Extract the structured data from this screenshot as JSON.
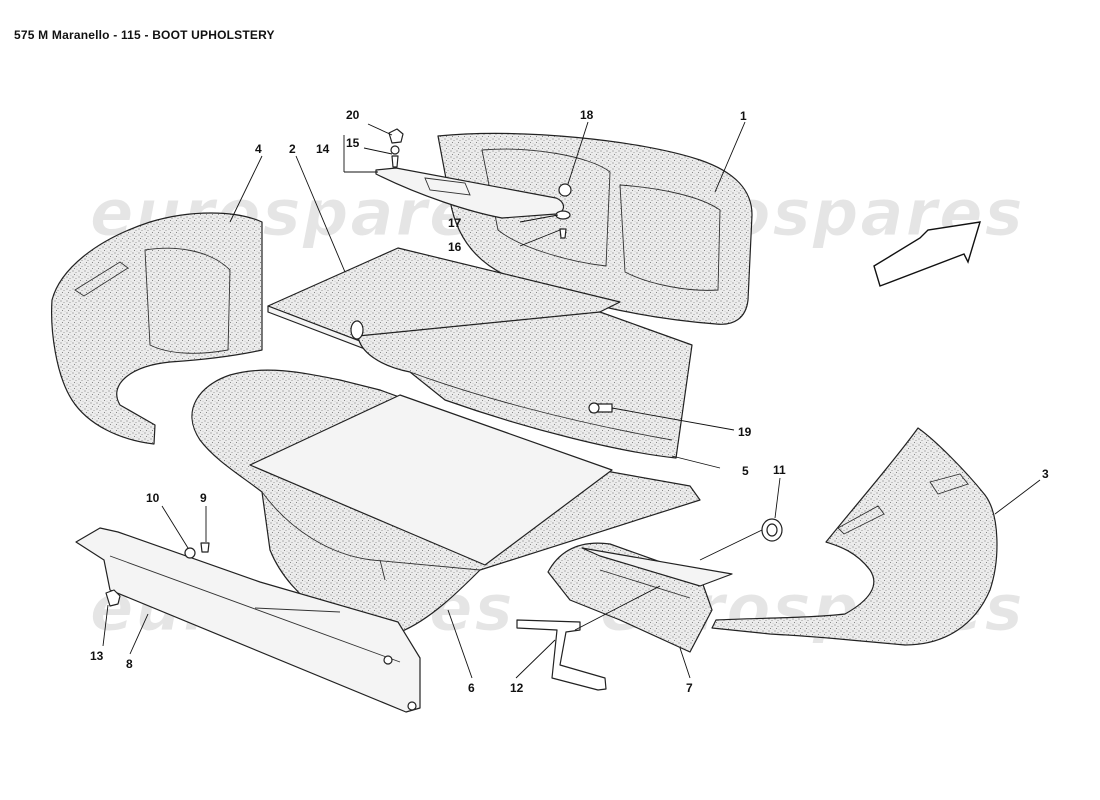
{
  "title": "575 M Maranello - 115 - BOOT UPHOLSTERY",
  "watermark": "eurospares",
  "callouts": {
    "c1": "1",
    "c2": "2",
    "c3": "3",
    "c4": "4",
    "c5": "5",
    "c6": "6",
    "c7": "7",
    "c8": "8",
    "c9": "9",
    "c10": "10",
    "c11": "11",
    "c12": "12",
    "c13": "13",
    "c14": "14",
    "c15": "15",
    "c16": "16",
    "c17": "17",
    "c18": "18",
    "c19": "19",
    "c20": "20"
  },
  "icons": {
    "direction": "direction-arrow-icon"
  }
}
